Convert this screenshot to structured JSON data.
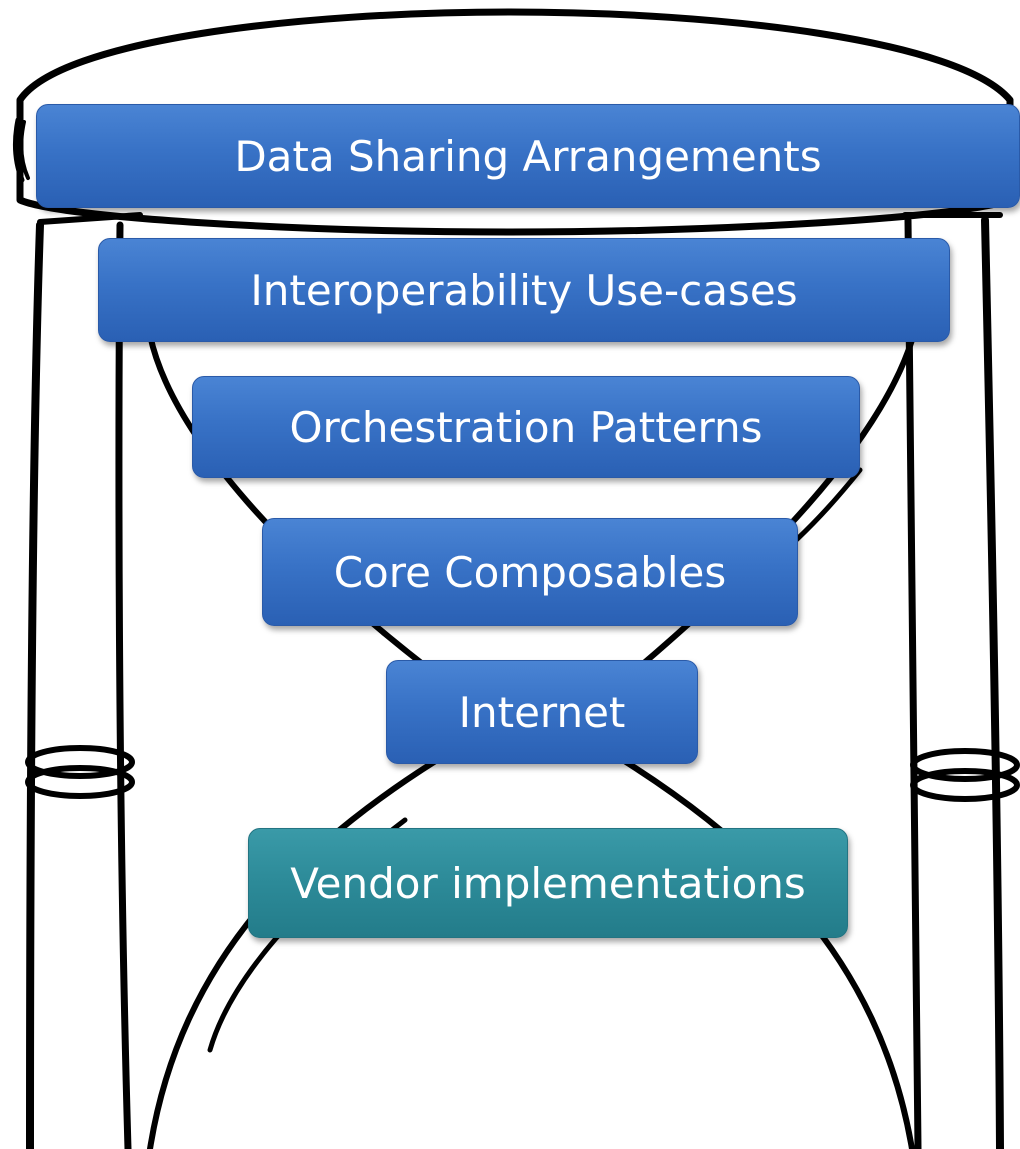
{
  "layers": [
    {
      "label": "Data Sharing Arrangements",
      "color": "#3570c4"
    },
    {
      "label": "Interoperability Use-cases",
      "color": "#3570c4"
    },
    {
      "label": "Orchestration Patterns",
      "color": "#3570c4"
    },
    {
      "label": "Core Composables",
      "color": "#3570c4"
    },
    {
      "label": "Internet",
      "color": "#3570c4"
    },
    {
      "label": "Vendor implementations",
      "color": "#2a8a98"
    }
  ]
}
